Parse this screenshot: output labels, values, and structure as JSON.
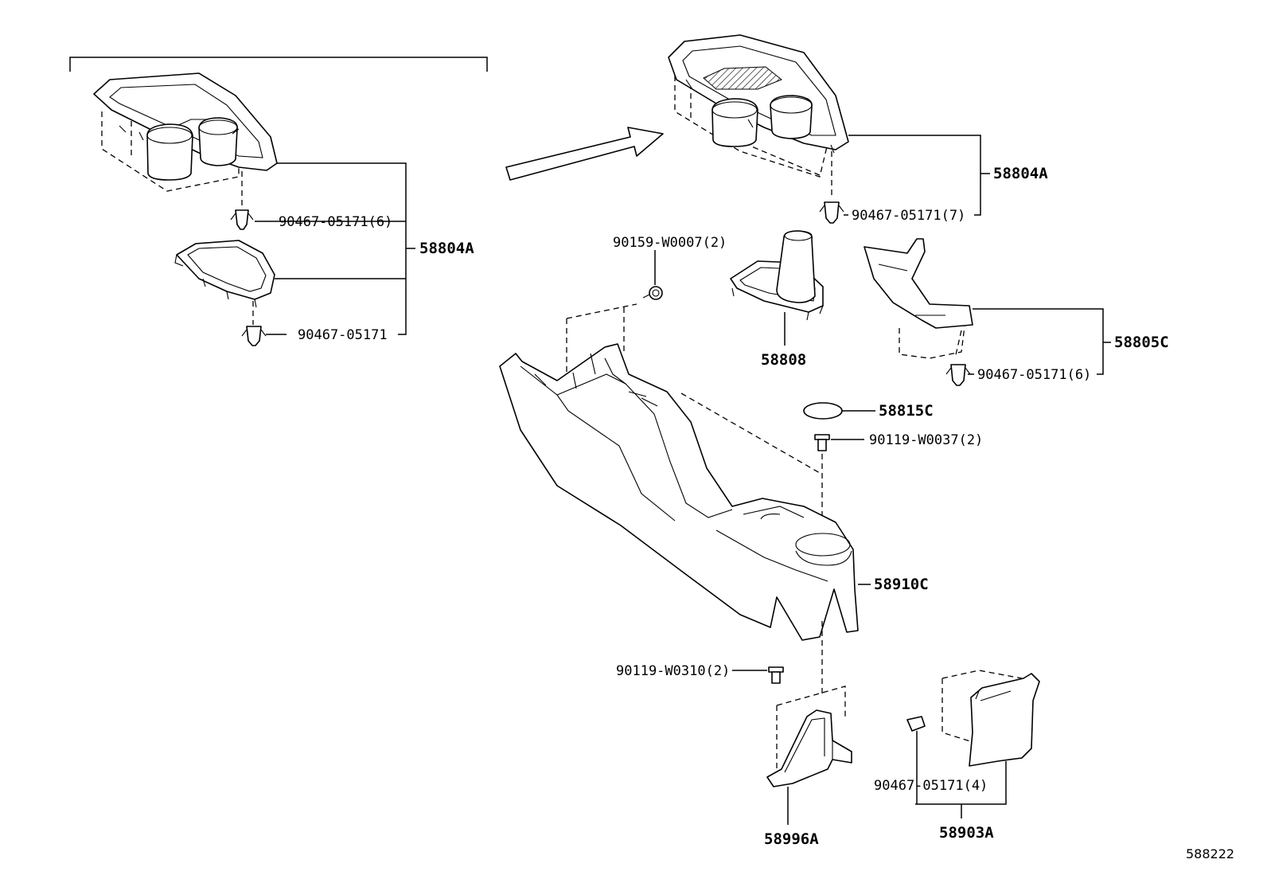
{
  "diagram": {
    "figure_number": "588222",
    "callouts": {
      "left_assembly": "58804A",
      "left_clip_6": "90467-05171(6)",
      "left_clip": "90467-05171",
      "right_assembly": "58804A",
      "right_clip_7": "90467-05171(7)",
      "screw_90159": "90159-W0007(2)",
      "shift_boot": "58808",
      "side_panel": "58805C",
      "side_panel_clip": "90467-05171(6)",
      "cap": "58815C",
      "bolt_90119_w0037": "90119-W0037(2)",
      "console_box": "58910C",
      "bolt_90119_w0310": "90119-W0310(2)",
      "bracket": "58996A",
      "rear_panel_clip": "90467-05171(4)",
      "rear_panel": "58903A"
    }
  }
}
